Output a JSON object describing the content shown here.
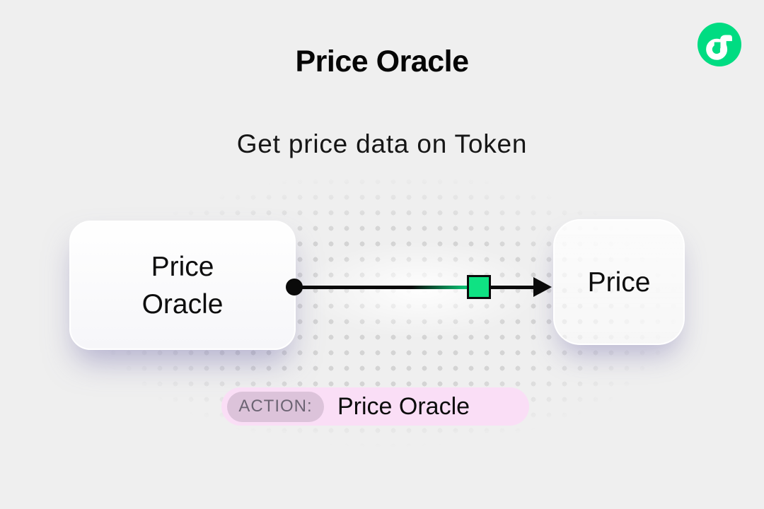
{
  "header": {
    "title": "Price Oracle",
    "subtitle": "Get price data on Token"
  },
  "logo": {
    "icon": "flow-logo-icon",
    "brand_color": "#00dc82"
  },
  "diagram": {
    "source_node": {
      "label": "Price Oracle"
    },
    "target_node": {
      "label": "Price"
    },
    "connector": {
      "type": "arrow-right",
      "marker_icon": "data-packet-icon",
      "marker_color": "#0fe283",
      "line_color": "#0a0a0a"
    }
  },
  "action_bar": {
    "badge_label": "ACTION:",
    "action_label": "Price Oracle",
    "pill_color": "#fadef6",
    "badge_color": "#dcc3da"
  }
}
